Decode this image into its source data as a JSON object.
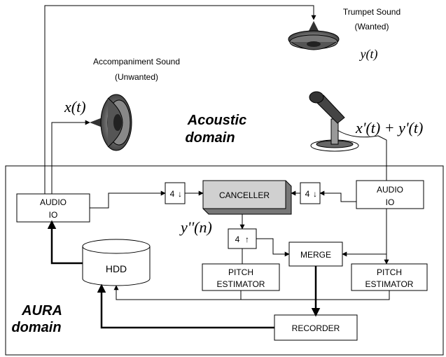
{
  "labels": {
    "trumpet_sound": "Trumpet Sound",
    "trumpet_wanted": "(Wanted)",
    "accompaniment_sound": "Accompaniment Sound",
    "accompaniment_unwanted": "(Unwanted)",
    "acoustic_line1": "Acoustic",
    "acoustic_line2": "domain",
    "aura_line1": "AURA",
    "aura_line2": "domain"
  },
  "signals": {
    "x_t": "x(t)",
    "y_t": "y(t)",
    "mic_sum": "x'(t) + y'(t)",
    "y_n": "y''(n)"
  },
  "blocks": {
    "audio_io_left": [
      "AUDIO",
      "IO"
    ],
    "audio_io_right": [
      "AUDIO",
      "IO"
    ],
    "canceller": "CANCELLER",
    "down_left": "4",
    "down_right": "4",
    "up": "4",
    "merge": "MERGE",
    "pitch_left": [
      "PITCH",
      "ESTIMATOR"
    ],
    "pitch_right": [
      "PITCH",
      "ESTIMATOR"
    ],
    "hdd": "HDD",
    "recorder": "RECORDER"
  },
  "arrows": {
    "down": "↓",
    "up": "↑"
  }
}
